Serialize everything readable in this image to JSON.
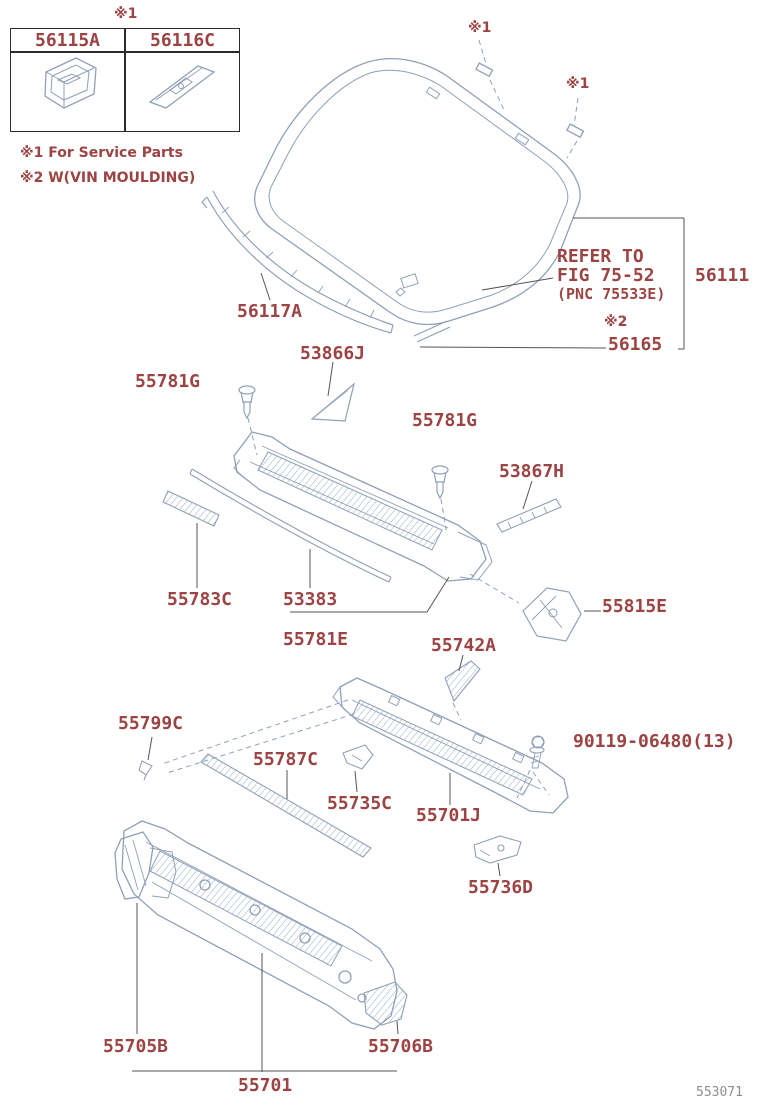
{
  "figure": {
    "number": "553071"
  },
  "colors": {
    "label": "#9c4343",
    "art": "#8fa0b8",
    "leader": "#555555",
    "table_border": "#2b2b2b"
  },
  "legend": {
    "mark": "※1",
    "col1": "56115A",
    "col2": "56116C"
  },
  "notes": {
    "service": "※1 For Service Parts",
    "vin": "※2 W(VIN MOULDING)"
  },
  "marks": {
    "m1_top": "※1",
    "m1_right": "※1",
    "m2": "※2"
  },
  "refer": {
    "l1": "REFER TO",
    "l2": "FIG 75-52",
    "l3": "(PNC 75533E)"
  },
  "parts": {
    "p56111": "56111",
    "p56117A": "56117A",
    "p56165": "56165",
    "p53866J": "53866J",
    "p55781G_a": "55781G",
    "p55781G_b": "55781G",
    "p53867H": "53867H",
    "p55783C": "55783C",
    "p53383": "53383",
    "p55781E": "55781E",
    "p55815E": "55815E",
    "p55742A": "55742A",
    "p55799C": "55799C",
    "p55787C": "55787C",
    "p90119_06480": "90119-06480(13)",
    "p55735C": "55735C",
    "p55701J": "55701J",
    "p55736D": "55736D",
    "p55705B": "55705B",
    "p55706B": "55706B",
    "p55701": "55701"
  }
}
